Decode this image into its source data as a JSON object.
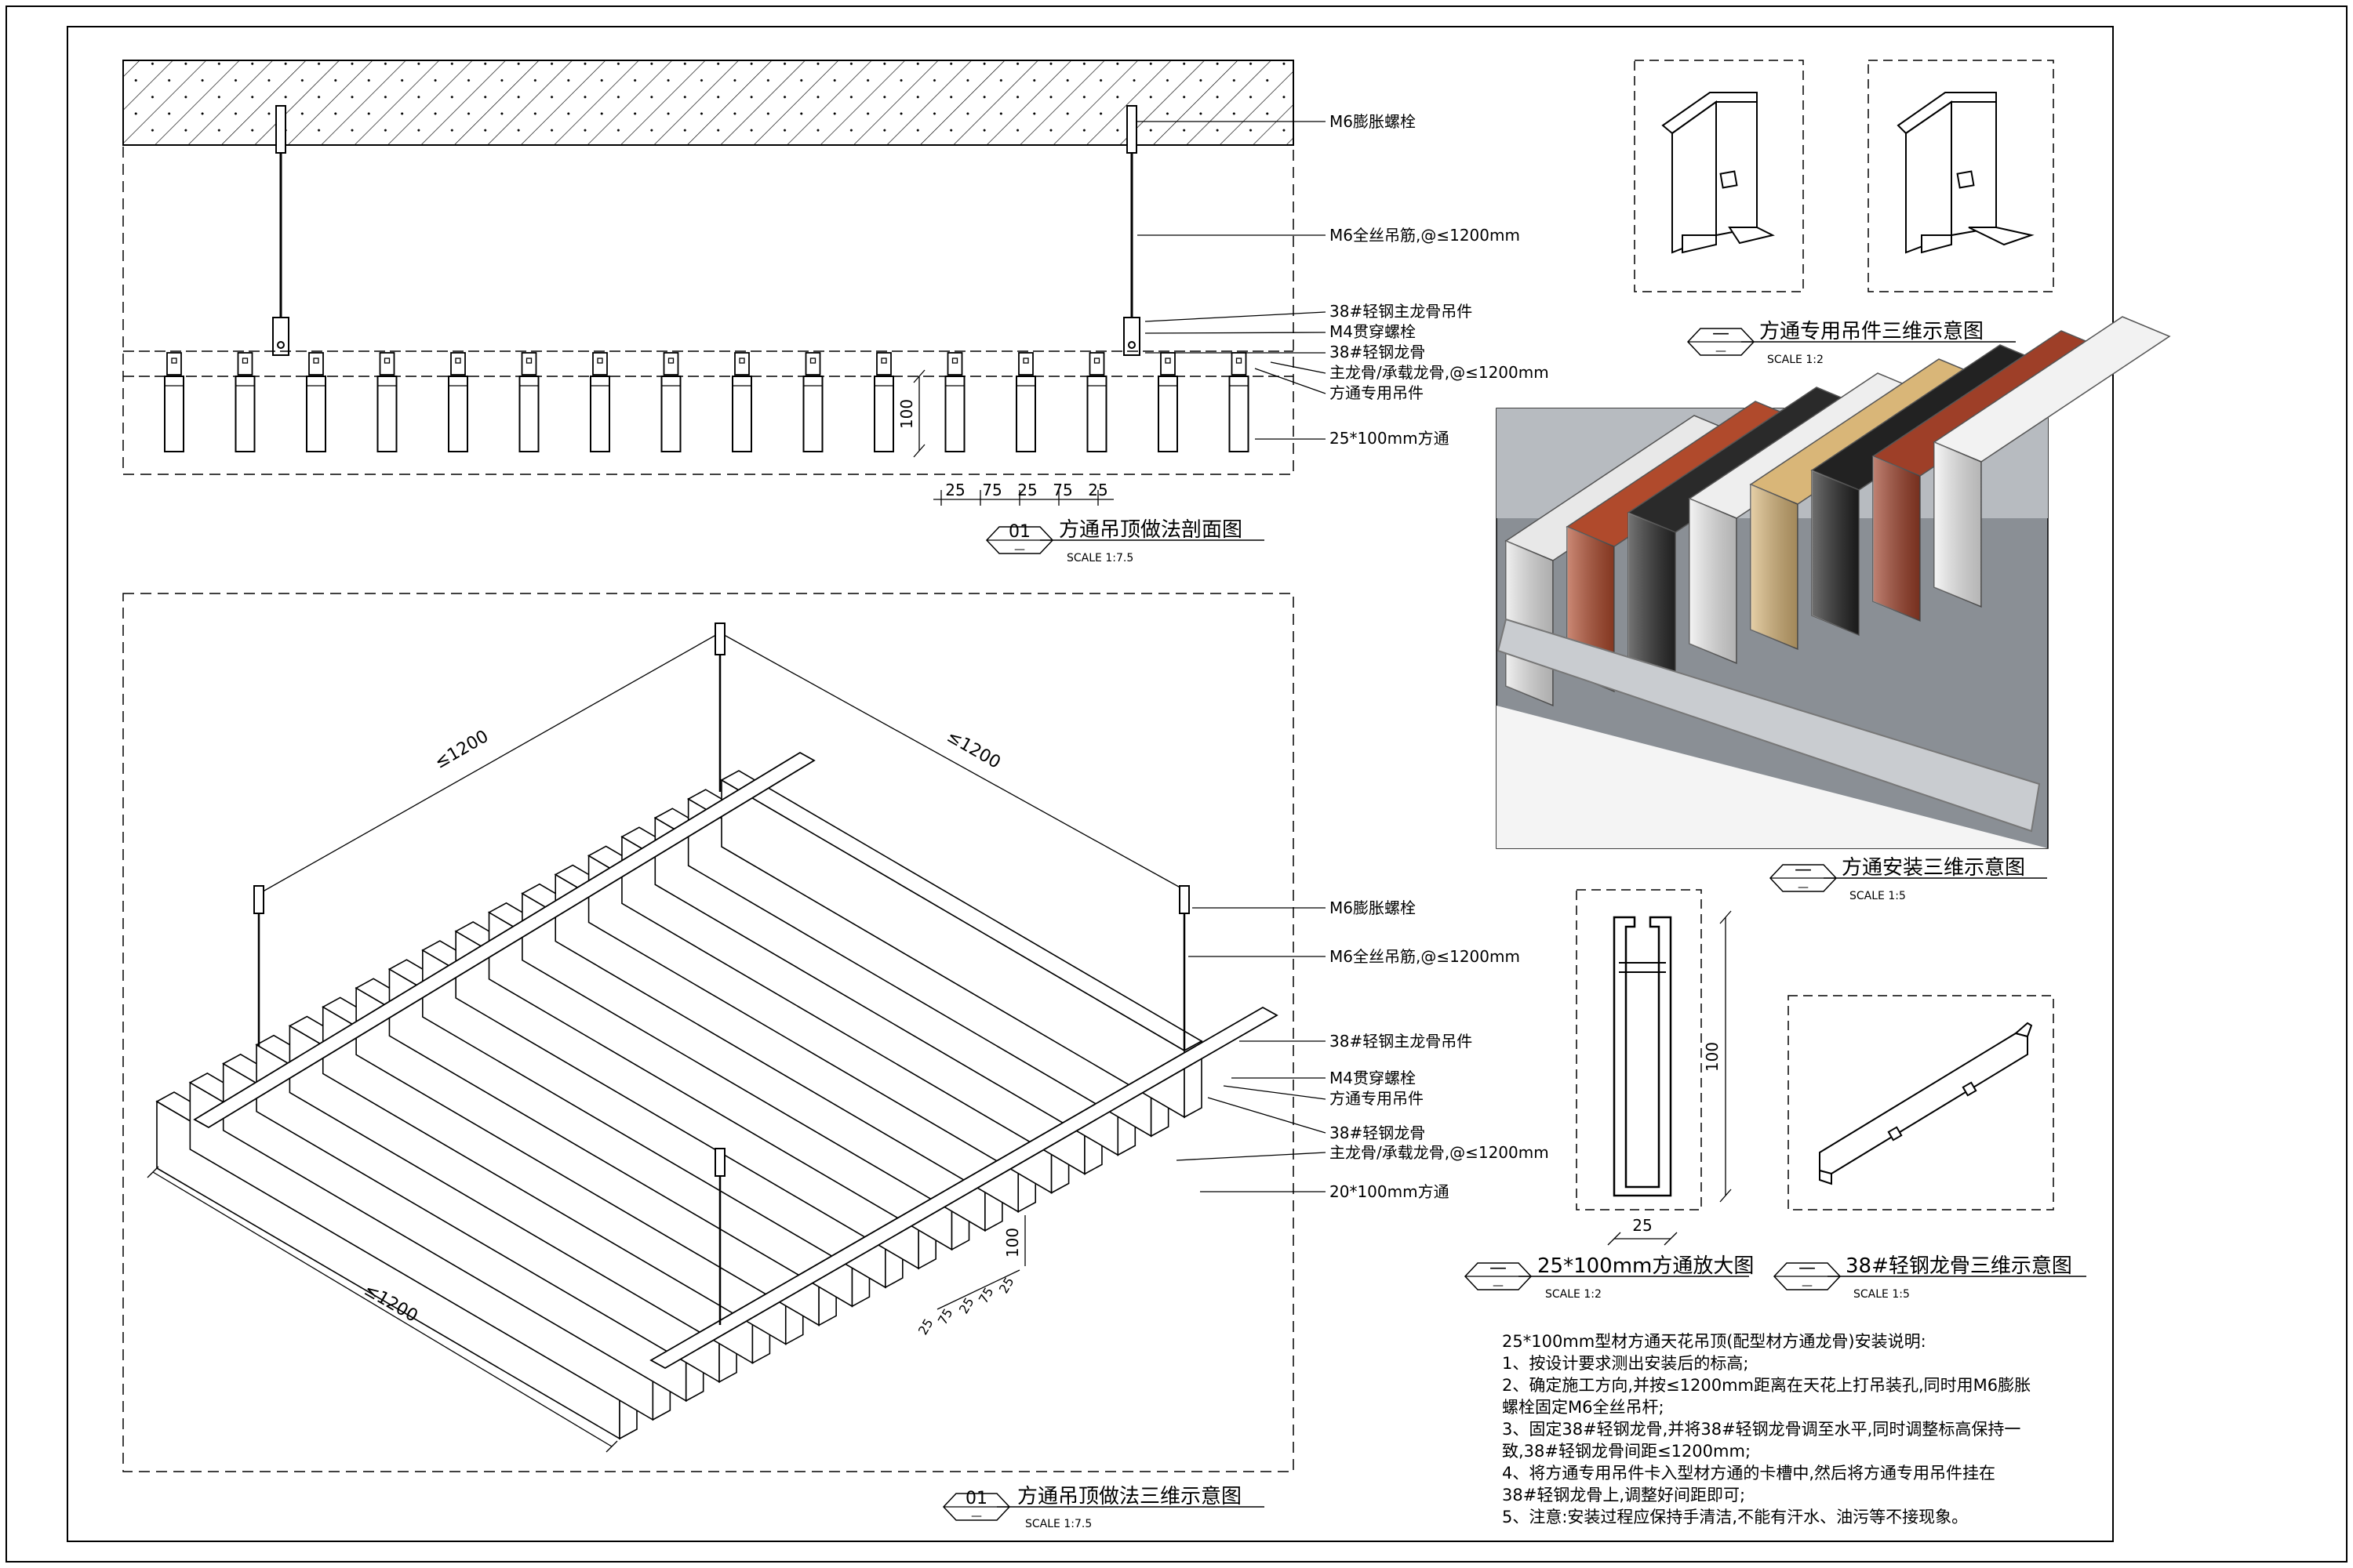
{
  "section": {
    "labels": {
      "bolt": "M6膨胀螺栓",
      "rod": "M6全丝吊筋,@≤1200mm",
      "main_hanger": "38#轻钢主龙骨吊件",
      "m4_bolt": "M4贯穿螺栓",
      "keel": "38#轻钢龙骨",
      "main_keel": "主龙骨/承载龙骨,@≤1200mm",
      "special_hanger": "方通专用吊件",
      "tube": "25*100mm方通"
    },
    "dims": {
      "height": "100",
      "bottom": [
        "25",
        "75",
        "25",
        "75",
        "25"
      ]
    },
    "title": {
      "num": "01",
      "text": "方通吊顶做法剖面图",
      "sub": "—",
      "scale": "SCALE 1:7.5"
    }
  },
  "iso": {
    "labels": {
      "bolt": "M6膨胀螺栓",
      "rod": "M6全丝吊筋,@≤1200mm",
      "main_hanger": "38#轻钢主龙骨吊件",
      "m4_bolt": "M4贯穿螺栓",
      "special_hanger": "方通专用吊件",
      "keel": "38#轻钢龙骨",
      "main_keel": "主龙骨/承载龙骨,@≤1200mm",
      "tube": "20*100mm方通"
    },
    "dims": {
      "top_left": "≤1200",
      "top_right": "≤1200",
      "bottom": "≤1200",
      "height": "100",
      "spacing": [
        "25",
        "75",
        "25",
        "75",
        "25"
      ]
    },
    "title": {
      "num": "01",
      "text": "方通吊顶做法三维示意图",
      "sub": "—",
      "scale": "SCALE 1:7.5"
    }
  },
  "hanger3d": {
    "title": {
      "num": "—",
      "text": "方通专用吊件三维示意图",
      "sub": "—",
      "scale": "SCALE 1:2"
    }
  },
  "photo": {
    "title": {
      "num": "—",
      "text": "方通安装三维示意图",
      "sub": "—",
      "scale": "SCALE 1:5"
    }
  },
  "tube_detail": {
    "dims": {
      "height": "100",
      "width": "25"
    },
    "title": {
      "num": "—",
      "text": "25*100mm方通放大图",
      "sub": "—",
      "scale": "SCALE 1:2"
    }
  },
  "keel3d": {
    "title": {
      "num": "—",
      "text": "38#轻钢龙骨三维示意图",
      "sub": "—",
      "scale": "SCALE 1:5"
    }
  },
  "notes": {
    "title": "25*100mm型材方通天花吊顶(配型材方通龙骨)安装说明:",
    "lines": [
      "1、按设计要求测出安装后的标高;",
      "2、确定施工方向,并按≤1200mm距离在天花上打吊装孔,同时用M6膨胀",
      "螺栓固定M6全丝吊杆;",
      "3、固定38#轻钢龙骨,并将38#轻钢龙骨调至水平,同时调整标高保持一",
      "致,38#轻钢龙骨间距≤1200mm;",
      "4、将方通专用吊件卡入型材方通的卡槽中,然后将方通专用吊件挂在",
      "38#轻钢龙骨上,调整好间距即可;",
      "5、注意:安装过程应保持手清洁,不能有汗水、油污等不接现象。"
    ]
  },
  "colors": {
    "line": "#000000",
    "photo_bg": "#8a8f95",
    "keel_steel": "#c9ccd0"
  },
  "photo_tubes": [
    {
      "name": "white",
      "color": "#e8e8e8"
    },
    {
      "name": "red-wood",
      "color": "#b04a2c"
    },
    {
      "name": "black",
      "color": "#2a2a2a"
    },
    {
      "name": "white",
      "color": "#eeeeee"
    },
    {
      "name": "light-wood",
      "color": "#d9b678"
    },
    {
      "name": "black",
      "color": "#222222"
    },
    {
      "name": "red-wood",
      "color": "#9e3f28"
    },
    {
      "name": "white",
      "color": "#f2f2f2"
    }
  ]
}
